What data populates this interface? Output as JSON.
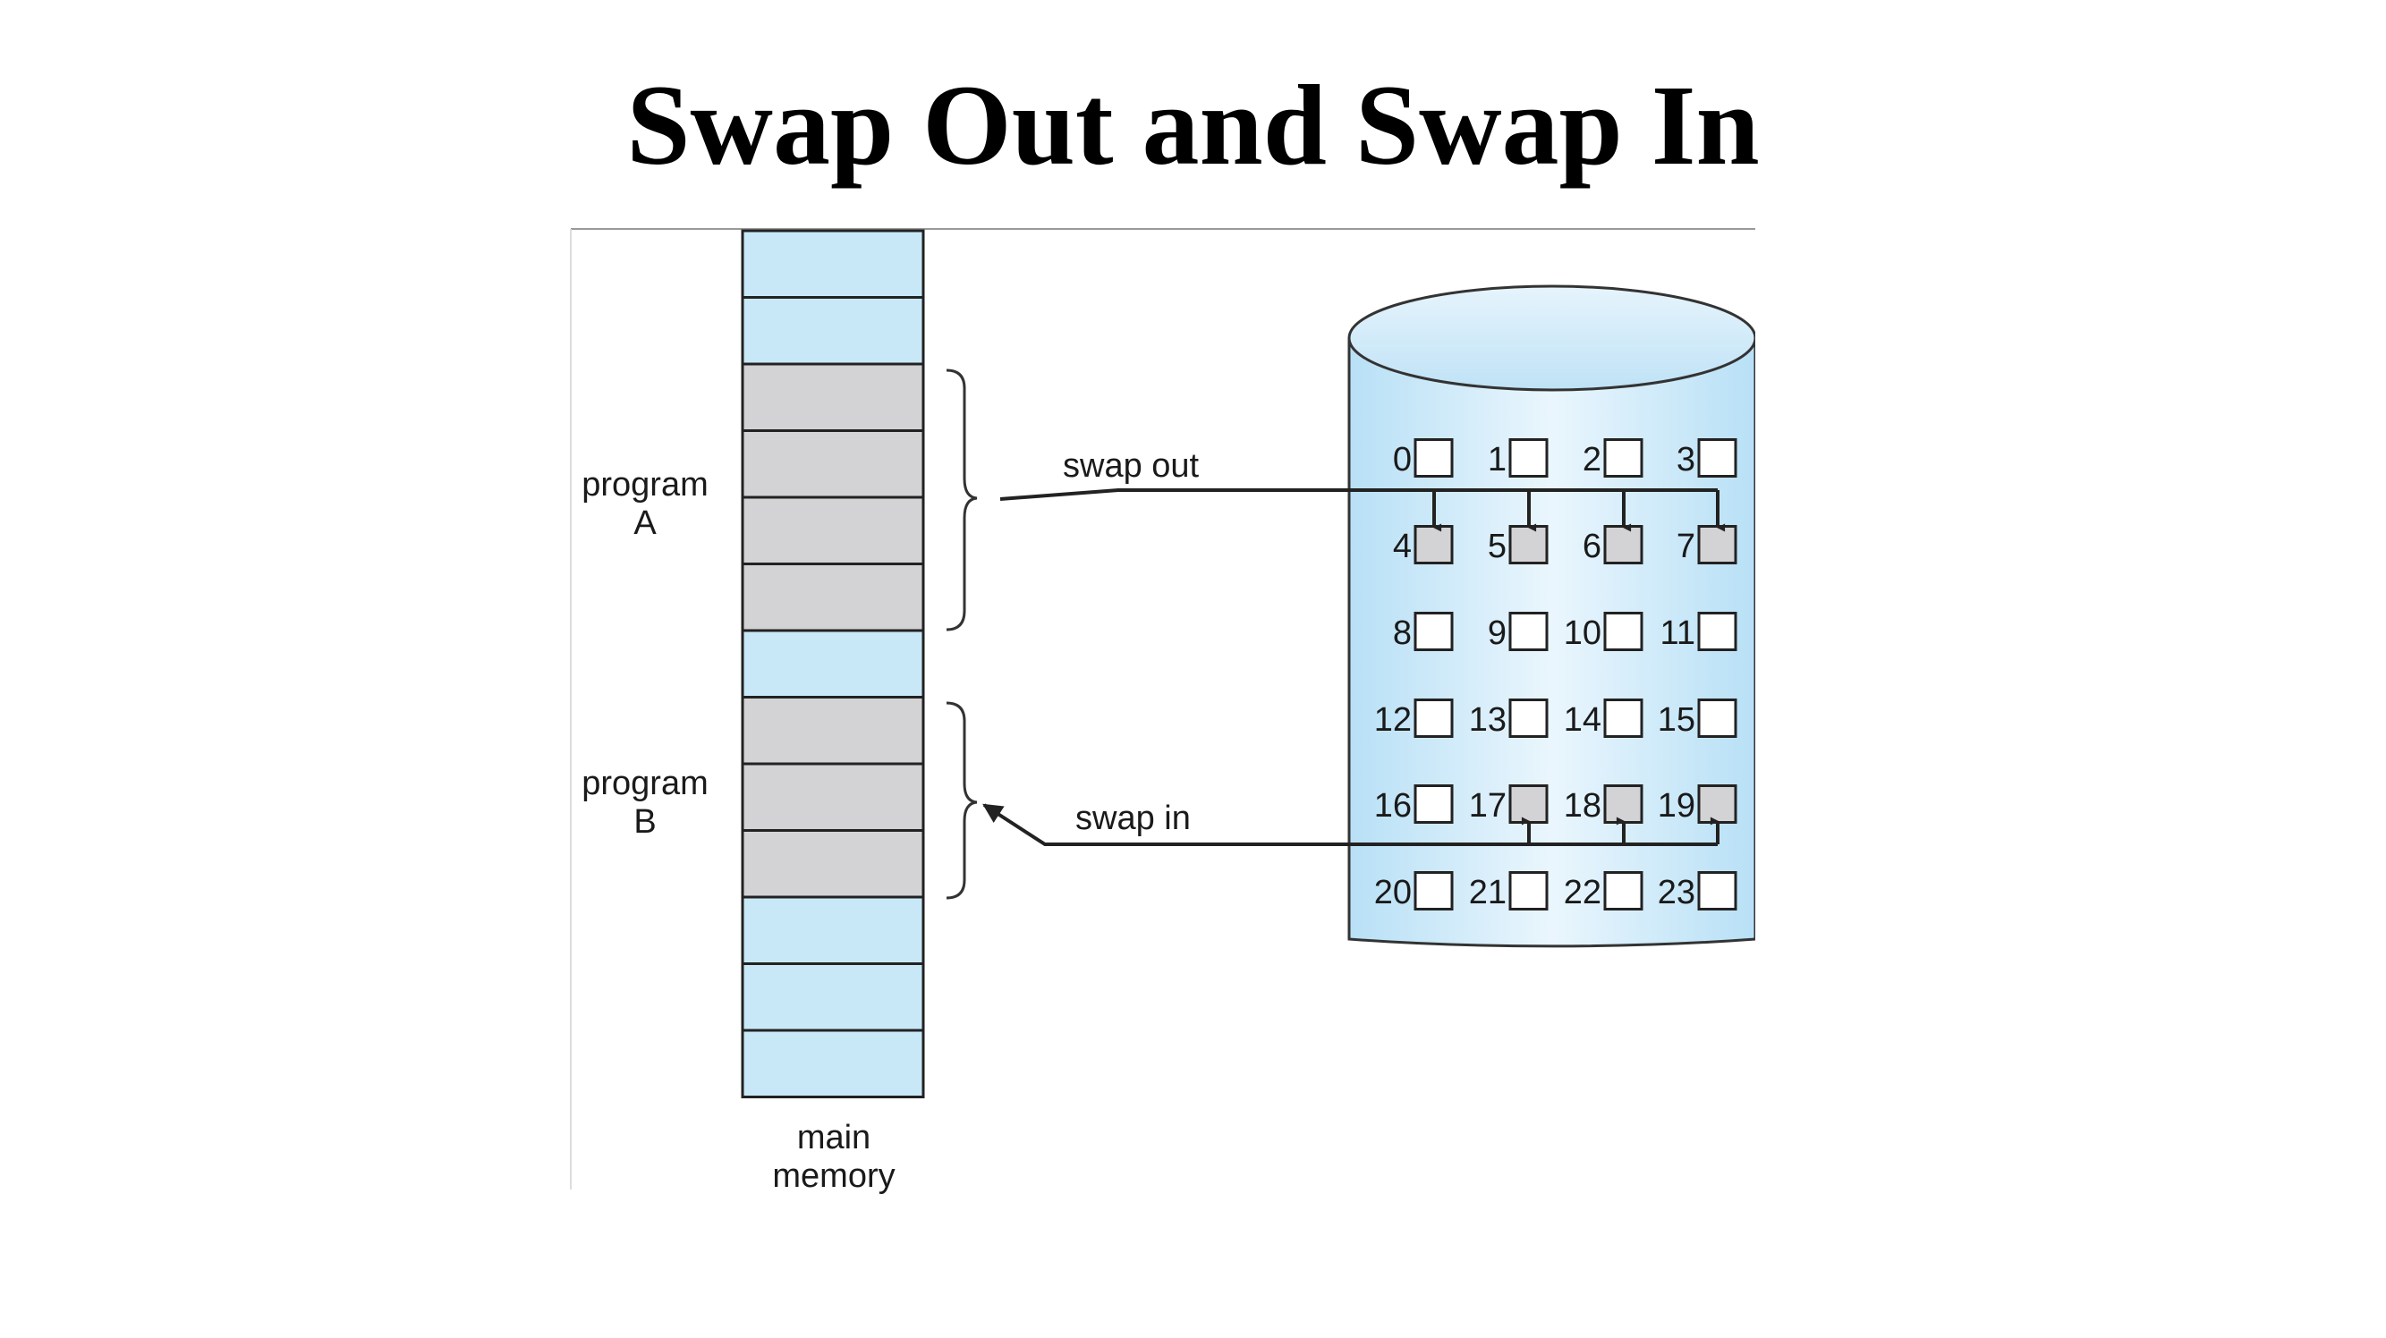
{
  "title": "Swap Out and Swap In",
  "labels": {
    "program_a": [
      "program",
      "A"
    ],
    "program_b": [
      "program",
      "B"
    ],
    "memory": [
      "main",
      "memory"
    ],
    "swap_out": "swap out",
    "swap_in": "swap in"
  },
  "memory_blocks": [
    {
      "kind": "free"
    },
    {
      "kind": "free"
    },
    {
      "kind": "program"
    },
    {
      "kind": "program"
    },
    {
      "kind": "program"
    },
    {
      "kind": "program"
    },
    {
      "kind": "free"
    },
    {
      "kind": "program"
    },
    {
      "kind": "program"
    },
    {
      "kind": "program"
    },
    {
      "kind": "free"
    },
    {
      "kind": "free"
    },
    {
      "kind": "free"
    }
  ],
  "disk_blocks": [
    {
      "n": "0",
      "filled": false
    },
    {
      "n": "1",
      "filled": false
    },
    {
      "n": "2",
      "filled": false
    },
    {
      "n": "3",
      "filled": false
    },
    {
      "n": "4",
      "filled": true
    },
    {
      "n": "5",
      "filled": true
    },
    {
      "n": "6",
      "filled": true
    },
    {
      "n": "7",
      "filled": true
    },
    {
      "n": "8",
      "filled": false
    },
    {
      "n": "9",
      "filled": false
    },
    {
      "n": "10",
      "filled": false
    },
    {
      "n": "11",
      "filled": false
    },
    {
      "n": "12",
      "filled": false
    },
    {
      "n": "13",
      "filled": false
    },
    {
      "n": "14",
      "filled": false
    },
    {
      "n": "15",
      "filled": false
    },
    {
      "n": "16",
      "filled": false
    },
    {
      "n": "17",
      "filled": true
    },
    {
      "n": "18",
      "filled": true
    },
    {
      "n": "19",
      "filled": true
    },
    {
      "n": "20",
      "filled": false
    },
    {
      "n": "21",
      "filled": false
    },
    {
      "n": "22",
      "filled": false
    },
    {
      "n": "23",
      "filled": false
    }
  ],
  "colors": {
    "free_block": "#c8e8f8",
    "program_block": "#d3d3d5",
    "stroke": "#222222",
    "disk_edge": "#b8e0f6",
    "disk_center": "#eaf6fd"
  }
}
